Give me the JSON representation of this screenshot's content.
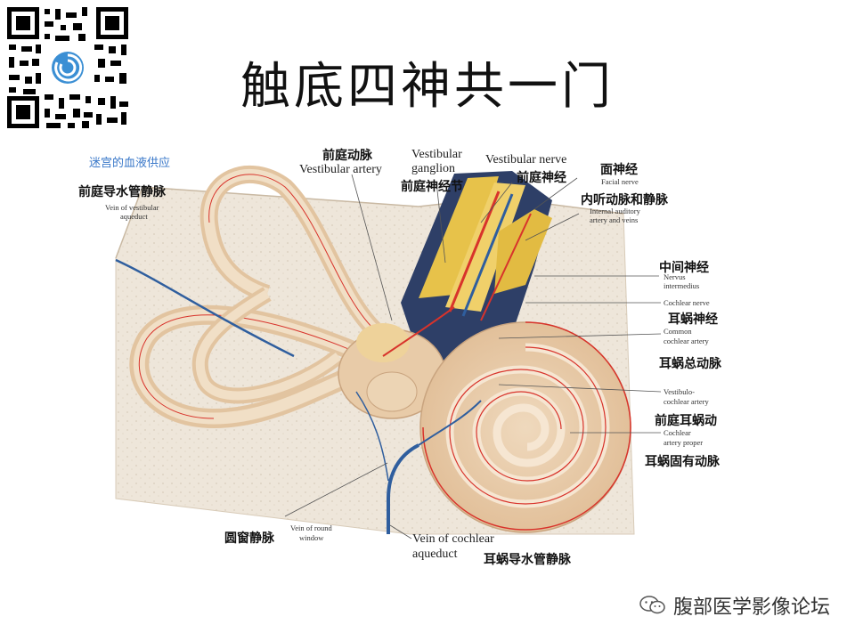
{
  "slide": {
    "title": "触底四神共一门"
  },
  "figure": {
    "section_heading": "迷宫的血液供应",
    "labels": {
      "vein_vest_aqueduct_zh": "前庭导水管静脉",
      "vein_vest_aqueduct_en_1": "Vein of vestibular",
      "vein_vest_aqueduct_en_2": "aqueduct",
      "vest_artery_zh": "前庭动脉",
      "vest_artery_en": "Vestibular artery",
      "vest_ganglion_en_1": "Vestibular",
      "vest_ganglion_en_2": "ganglion",
      "vest_ganglion_zh": "前庭神经节",
      "vest_nerve_en": "Vestibular nerve",
      "vest_nerve_zh": "前庭神经",
      "facial_nerve_zh": "面神经",
      "facial_nerve_en": "Facial nerve",
      "int_aud_zh": "内听动脉和静脉",
      "int_aud_en_1": "Internal auditory",
      "int_aud_en_2": "artery and veins",
      "nerv_int_zh": "中间神经",
      "nerv_int_en_1": "Nervus",
      "nerv_int_en_2": "intermedius",
      "cochlear_nerve_en": "Cochlear nerve",
      "cochlear_nerve_zh": "耳蜗神经",
      "common_coch_en_1": "Common",
      "common_coch_en_2": "cochlear artery",
      "common_coch_zh": "耳蜗总动脉",
      "vestcoch_en_1": "Vestibulo-",
      "vestcoch_en_2": "cochlear artery",
      "vestcoch_zh": "前庭耳蜗动",
      "coch_proper_en_1": "Cochlear",
      "coch_proper_en_2": "artery proper",
      "coch_proper_zh": "耳蜗固有动脉",
      "round_window_zh": "圆窗静脉",
      "round_window_en_1": "Vein of round",
      "round_window_en_2": "window",
      "coch_aqueduct_en_1": "Vein of cochlear",
      "coch_aqueduct_en_2": "aqueduct",
      "coch_aqueduct_zh": "耳蜗导水管静脉"
    }
  },
  "watermark": {
    "text": "腹部医学影像论坛",
    "icon": "wechat-icon"
  },
  "qr": {
    "icon": "qr-code-icon"
  },
  "colors": {
    "bone": "#efe6d8",
    "canal": "#e6c9a8",
    "artery": "#d8332b",
    "vein": "#2f5e9e",
    "nerve": "#e4c03a",
    "label_blue": "#3a78c9"
  }
}
